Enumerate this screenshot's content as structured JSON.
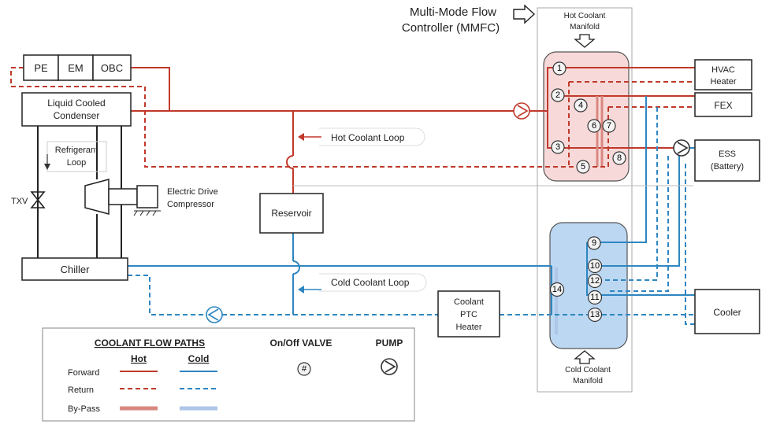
{
  "mmfc": {
    "line1": "Multi-Mode Flow",
    "line2": "Controller (MMFC)"
  },
  "hot_manifold": {
    "line1": "Hot Coolant",
    "line2": "Manifold"
  },
  "cold_manifold": {
    "line1": "Cold Coolant",
    "line2": "Manifold"
  },
  "components": {
    "pe": "PE",
    "em": "EM",
    "obc": "OBC",
    "condenser_1": "Liquid Cooled",
    "condenser_2": "Condenser",
    "refrigerant_1": "Refrigerant",
    "refrigerant_2": "Loop",
    "txv": "TXV",
    "compressor_1": "Electric Drive",
    "compressor_2": "Compressor",
    "reservoir": "Reservoir",
    "chiller": "Chiller",
    "hvac_1": "HVAC",
    "hvac_2": "Heater",
    "fex": "FEX",
    "ess_1": "ESS",
    "ess_2": "(Battery)",
    "cooler": "Cooler",
    "ptc_1": "Coolant",
    "ptc_2": "PTC",
    "ptc_3": "Heater"
  },
  "loops": {
    "hot": "Hot Coolant Loop",
    "cold": "Cold Coolant Loop"
  },
  "valves": [
    "1",
    "2",
    "3",
    "4",
    "5",
    "6",
    "7",
    "8",
    "9",
    "10",
    "11",
    "12",
    "13",
    "14"
  ],
  "legend": {
    "title": "COOLANT FLOW PATHS",
    "hot": "Hot",
    "cold": "Cold",
    "forward": "Forward",
    "return": "Return",
    "bypass": "By-Pass",
    "valve_title": "On/Off VALVE",
    "valve_symbol": "#",
    "pump_title": "PUMP"
  },
  "colors": {
    "hot": "#c0392b",
    "cold": "#2e86c1",
    "hot_bypass": "#d98880",
    "cold_bypass": "#aec6e8",
    "hot_manifold_fill": "#f7d9d9",
    "cold_manifold_fill": "#bcd7f2"
  }
}
